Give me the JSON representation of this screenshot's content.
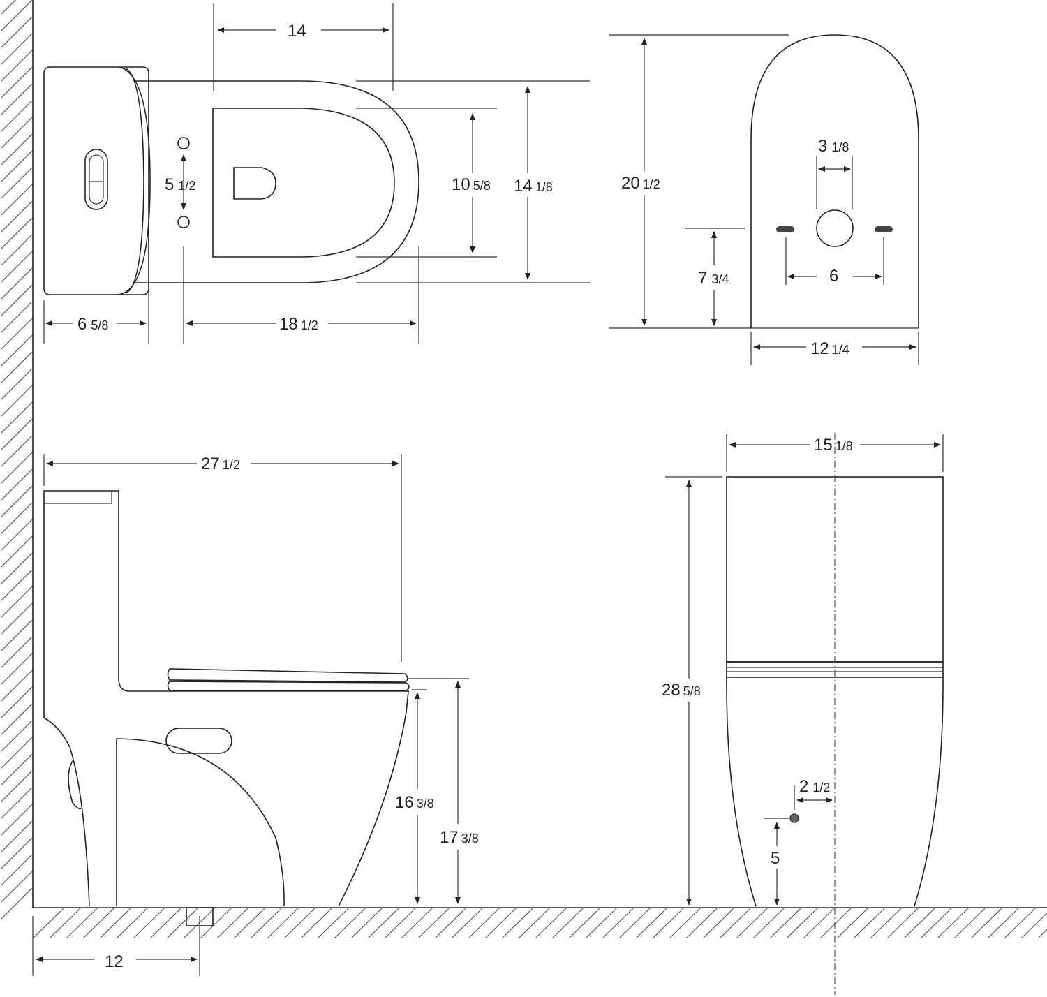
{
  "dimensions": {
    "top_top_width": {
      "whole": "14",
      "frac": ""
    },
    "top_bolt_spacing": {
      "whole": "5",
      "frac": "1/2"
    },
    "top_bowl_inner_width": {
      "whole": "10",
      "frac": "5/8"
    },
    "top_bowl_outer_width": {
      "whole": "14",
      "frac": "1/8"
    },
    "top_tank_depth": {
      "whole": "6",
      "frac": "5/8"
    },
    "top_bowl_length": {
      "whole": "18",
      "frac": "1/2"
    },
    "base_length": {
      "whole": "20",
      "frac": "1/2"
    },
    "base_outlet_width": {
      "whole": "3",
      "frac": "1/8"
    },
    "base_outlet_height": {
      "whole": "7",
      "frac": "3/4"
    },
    "base_bolt_spacing": {
      "whole": "6",
      "frac": ""
    },
    "base_width": {
      "whole": "12",
      "frac": "1/4"
    },
    "side_total_length": {
      "whole": "27",
      "frac": "1/2"
    },
    "side_bowl_height": {
      "whole": "16",
      "frac": "3/8"
    },
    "side_seat_height": {
      "whole": "17",
      "frac": "3/8"
    },
    "side_rough_in": {
      "whole": "12",
      "frac": ""
    },
    "front_width": {
      "whole": "15",
      "frac": "1/8"
    },
    "front_total_height": {
      "whole": "28",
      "frac": "5/8"
    },
    "front_supply_offset": {
      "whole": "2",
      "frac": "1/2"
    },
    "front_supply_height": {
      "whole": "5",
      "frac": ""
    }
  }
}
